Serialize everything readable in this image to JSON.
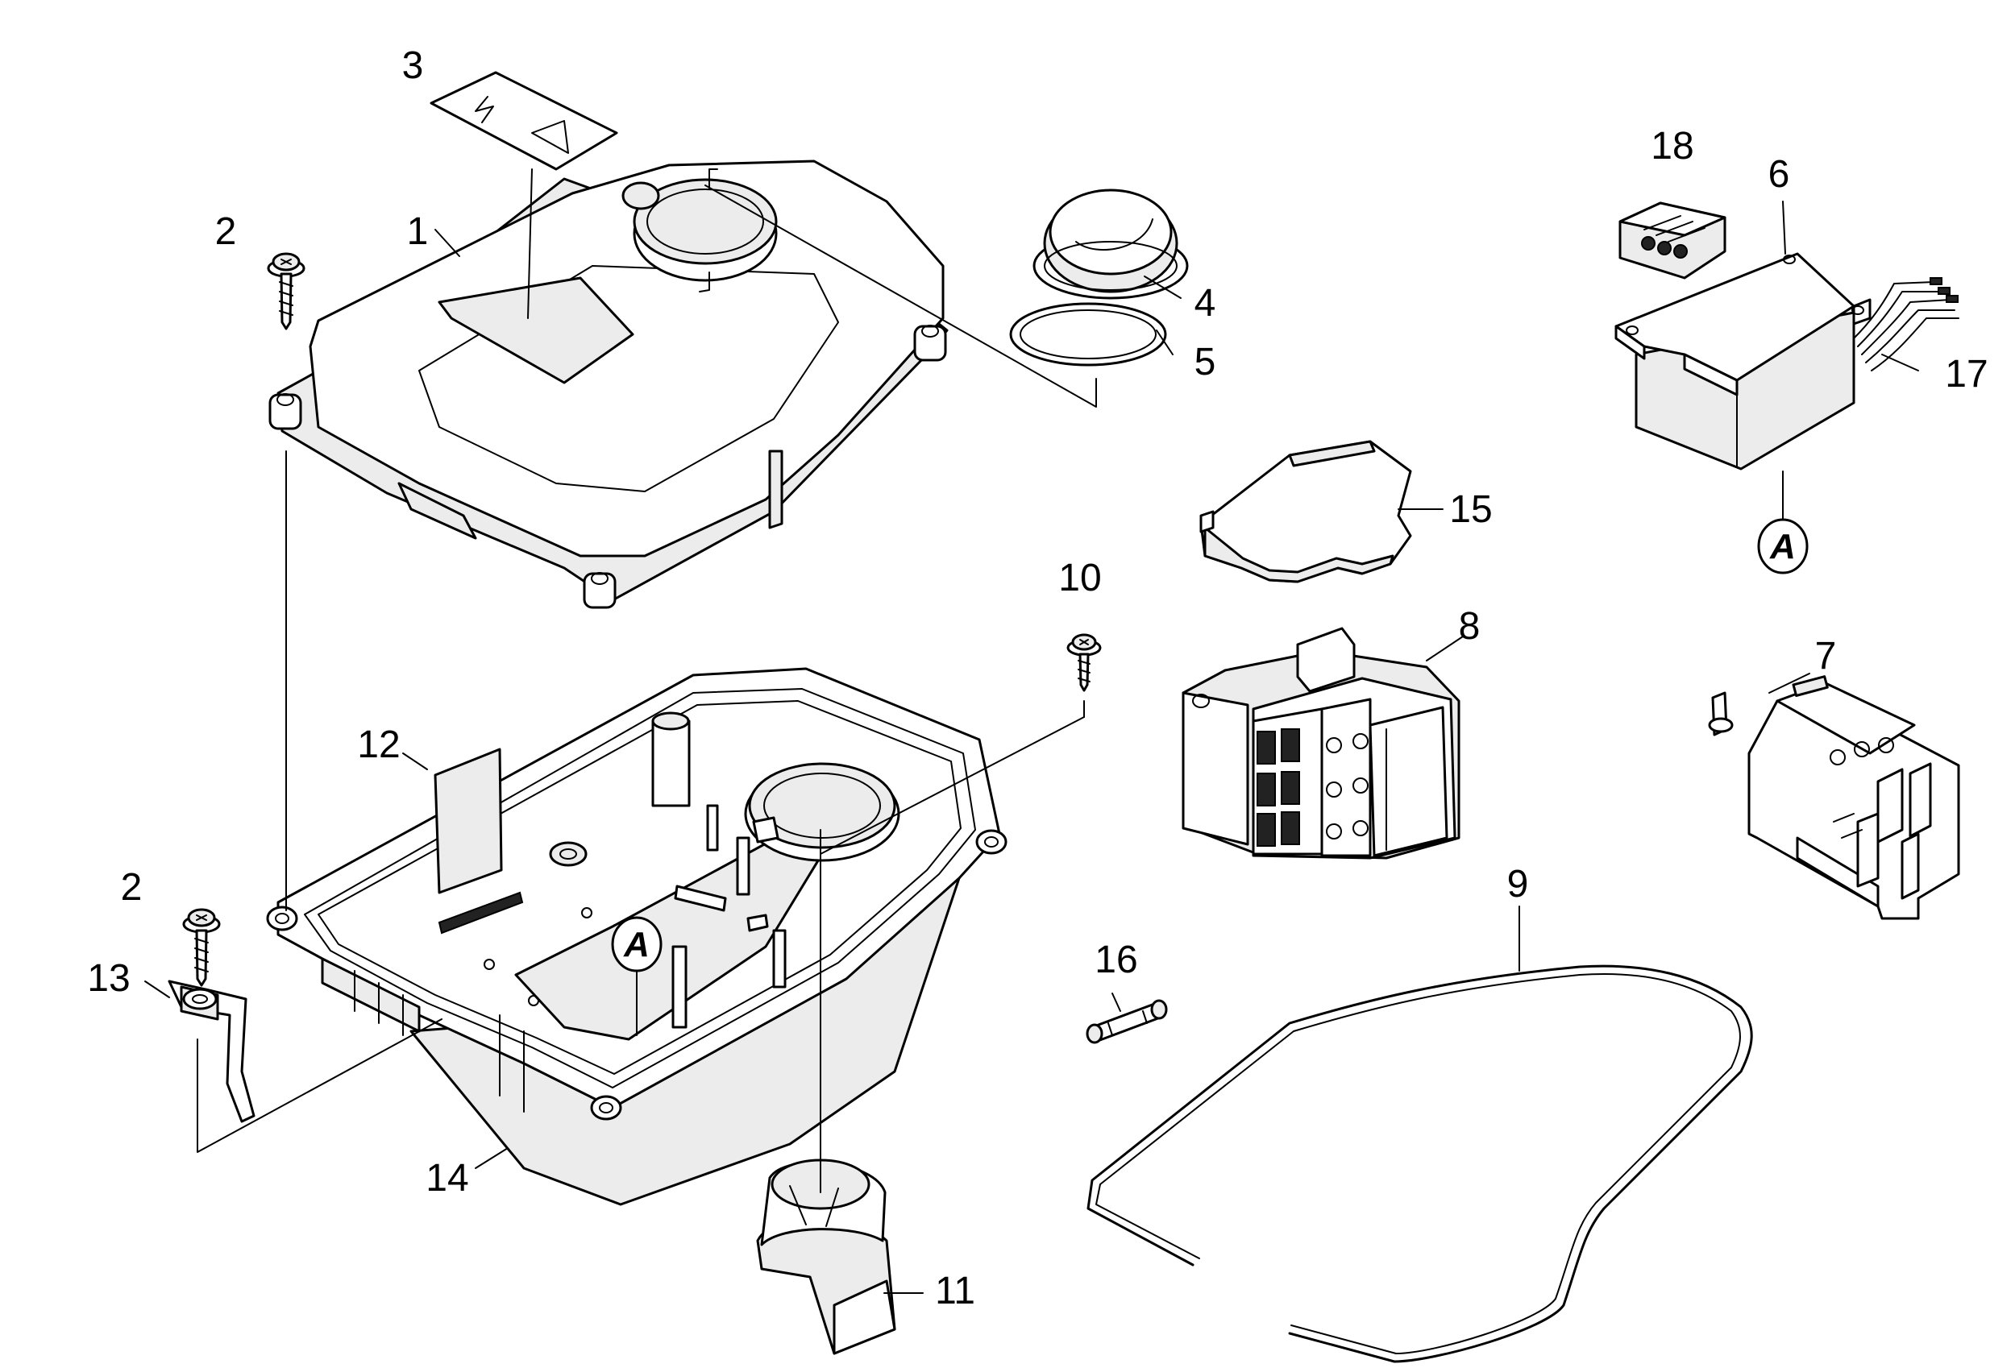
{
  "callouts": [
    {
      "id": "c1",
      "label": "1"
    },
    {
      "id": "c2a",
      "label": "2"
    },
    {
      "id": "c2b",
      "label": "2"
    },
    {
      "id": "c3",
      "label": "3"
    },
    {
      "id": "c4",
      "label": "4"
    },
    {
      "id": "c5",
      "label": "5"
    },
    {
      "id": "c6",
      "label": "6"
    },
    {
      "id": "c7",
      "label": "7"
    },
    {
      "id": "c8",
      "label": "8"
    },
    {
      "id": "c9",
      "label": "9"
    },
    {
      "id": "c10",
      "label": "10"
    },
    {
      "id": "c11",
      "label": "11"
    },
    {
      "id": "c12",
      "label": "12"
    },
    {
      "id": "c13",
      "label": "13"
    },
    {
      "id": "c14",
      "label": "14"
    },
    {
      "id": "c15",
      "label": "15"
    },
    {
      "id": "c16",
      "label": "16"
    },
    {
      "id": "c17",
      "label": "17"
    },
    {
      "id": "c18",
      "label": "18"
    }
  ],
  "connection_markers": [
    {
      "id": "mA1",
      "letter": "A"
    },
    {
      "id": "mA2",
      "letter": "A"
    }
  ]
}
